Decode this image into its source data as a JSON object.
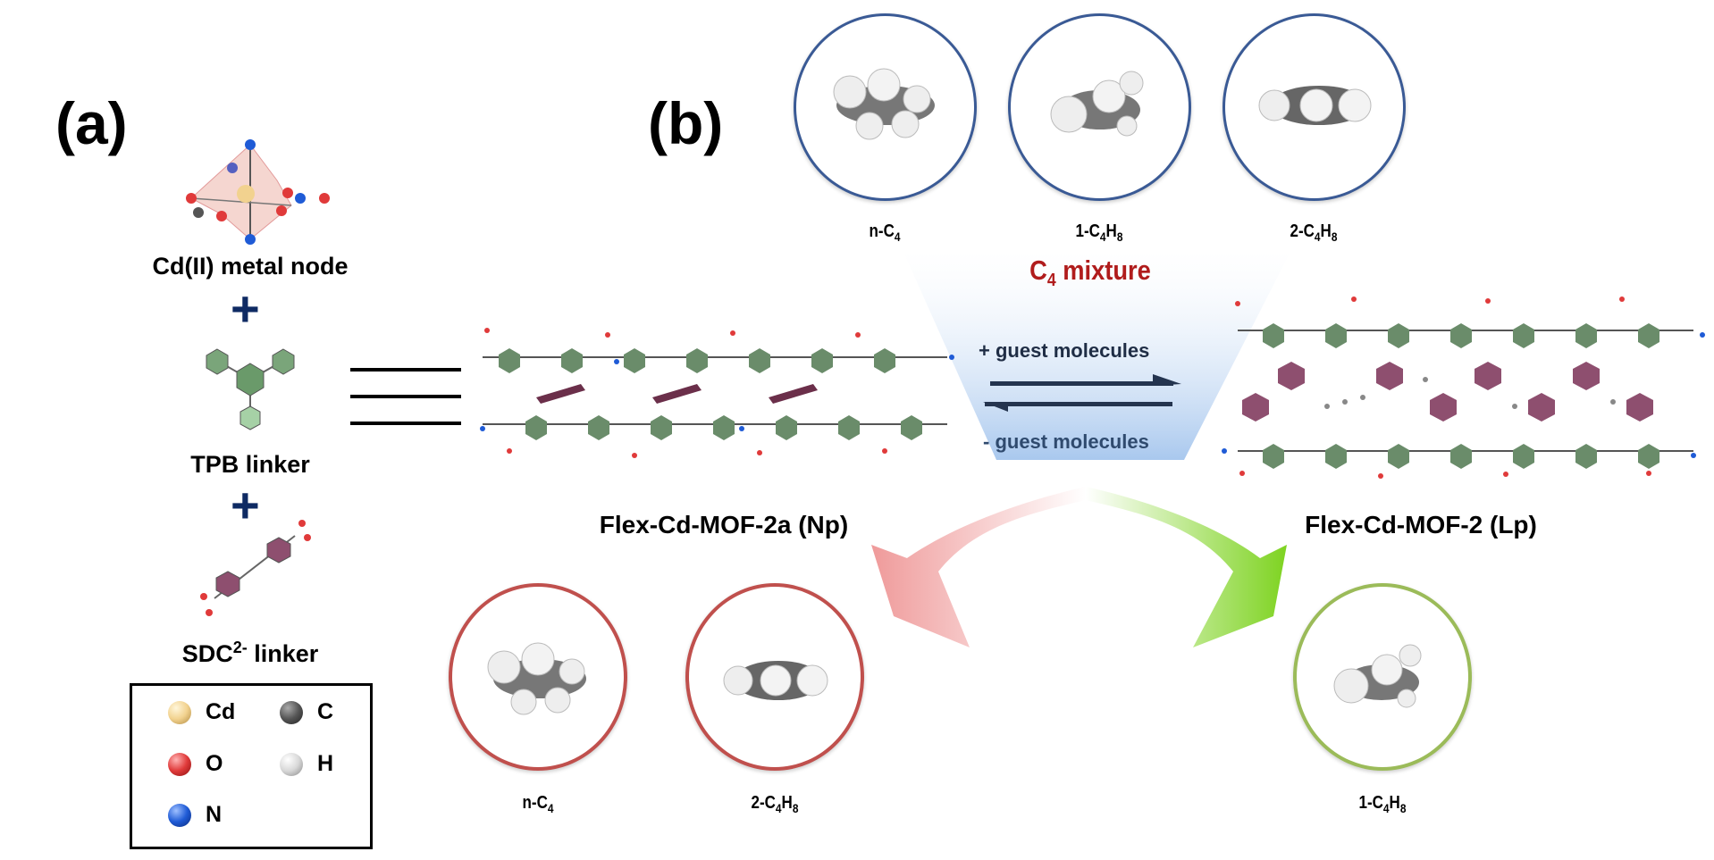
{
  "panel_a": {
    "label": "(a)",
    "components": [
      {
        "name": "Cd(II) metal node"
      },
      {
        "name": "TPB linker"
      },
      {
        "name": "SDC",
        "superscript": "2-",
        "suffix": " linker"
      }
    ],
    "plus_symbol": "+",
    "equals_symbol": "≡",
    "legend": [
      {
        "element": "Cd",
        "color": "#f2d28f"
      },
      {
        "element": "C",
        "color": "#555555"
      },
      {
        "element": "O",
        "color": "#e03a3a"
      },
      {
        "element": "H",
        "color": "#d8d8d8"
      },
      {
        "element": "N",
        "color": "#1f5bd6"
      }
    ]
  },
  "panel_b": {
    "label": "(b)",
    "mixture_title": {
      "prefix": "C",
      "sub": "4",
      "suffix": " mixture",
      "color": "#b01c1c"
    },
    "top_molecules": [
      {
        "name": "n-C",
        "sub1": "4",
        "mid": "",
        "sub2": ""
      },
      {
        "name": "1-C",
        "sub1": "4",
        "mid": "H",
        "sub2": "8"
      },
      {
        "name": "2-C",
        "sub1": "4",
        "mid": "H",
        "sub2": "8"
      }
    ],
    "forward_label": "+ guest molecules",
    "reverse_label": "- guest molecules",
    "structure_left": "Flex-Cd-MOF-2a (Np)",
    "structure_right": "Flex-Cd-MOF-2 (Lp)",
    "bottom_left_molecules": [
      {
        "name": "n-C",
        "sub1": "4",
        "mid": "",
        "sub2": ""
      },
      {
        "name": "2-C",
        "sub1": "4",
        "mid": "H",
        "sub2": "8"
      }
    ],
    "bottom_right_molecules": [
      {
        "name": "1-C",
        "sub1": "4",
        "mid": "H",
        "sub2": "8"
      }
    ],
    "colors": {
      "top_circle": "#3a5a95",
      "rejected_circle": "#c0504d",
      "selected_circle": "#9bbb59",
      "arrow_text": "#1f2d45",
      "reverse_text": "#2f4a6e",
      "funnel": "#a9c8ee",
      "left_arrow": "#ef9a9a",
      "right_arrow": "#7ed321"
    }
  }
}
